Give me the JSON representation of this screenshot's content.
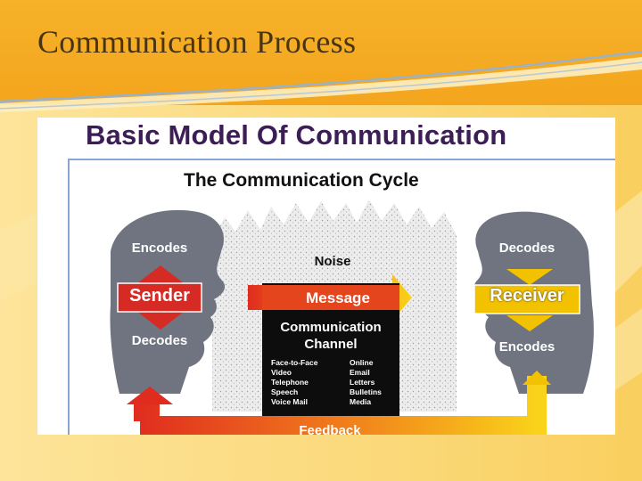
{
  "slide": {
    "title": "Communication Process"
  },
  "figure": {
    "title": "Basic Model Of Communication",
    "cycle_title": "The Communication Cycle",
    "noise": "Noise",
    "sender": {
      "label": "Sender",
      "top": "Encodes",
      "bottom": "Decodes"
    },
    "receiver": {
      "label": "Receiver",
      "top": "Decodes",
      "bottom": "Encodes"
    },
    "message": "Message",
    "channel": {
      "title_line1": "Communication",
      "title_line2": "Channel",
      "left_items": [
        "Face-to-Face",
        "Video",
        "Telephone",
        "Speech",
        "Voice Mail"
      ],
      "right_items": [
        "Online",
        "Email",
        "Letters",
        "Bulletins",
        "Media"
      ]
    },
    "feedback": "Feedback"
  },
  "colors": {
    "header": "#f3a51d",
    "background": "#fbd97a",
    "title_text": "#4a3410",
    "figure_title": "#3d1d55",
    "head_gray": "#6f7480",
    "sender_red": "#d62a24",
    "receiver_yellow": "#f2c200",
    "channel_black": "#0d0d0d",
    "frame_blue": "#8aa4d4"
  }
}
